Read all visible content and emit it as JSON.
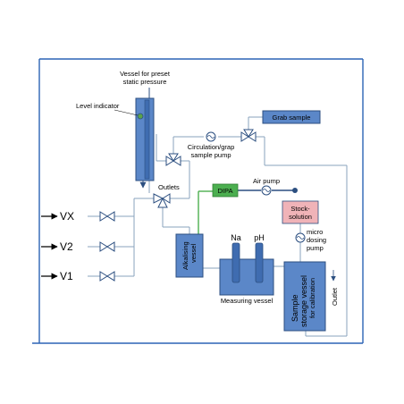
{
  "labels": {
    "vessel_preset": [
      "Vessel for preset",
      "static pressure"
    ],
    "level_indicator": "Level indicator",
    "outlets": "Outlets",
    "grab_sample": "Grab sample",
    "circulation_pump": [
      "Circulation/grap",
      "sample pump"
    ],
    "dipa": "DIPA",
    "air_pump": "Air pump",
    "stock_solution": [
      "Stock-",
      "solution"
    ],
    "micro_pump": [
      "micro",
      "dosing",
      "pump"
    ],
    "alkalising_vessel": [
      "Alkalising",
      "vessel"
    ],
    "na": "Na",
    "ph": "pH",
    "measuring_vessel": "Measuring vessel",
    "sample_storage": [
      "Sample",
      "storage vessel",
      "for calibration"
    ],
    "outlet": "Outlet",
    "inlets": [
      "VX",
      "V2",
      "V1"
    ]
  },
  "colors": {
    "vessel_blue": "#5b87c8",
    "dipa_green": "#4caf50",
    "stock_pink": "#f0b3b8",
    "frame_blue": "#2c63b5"
  }
}
